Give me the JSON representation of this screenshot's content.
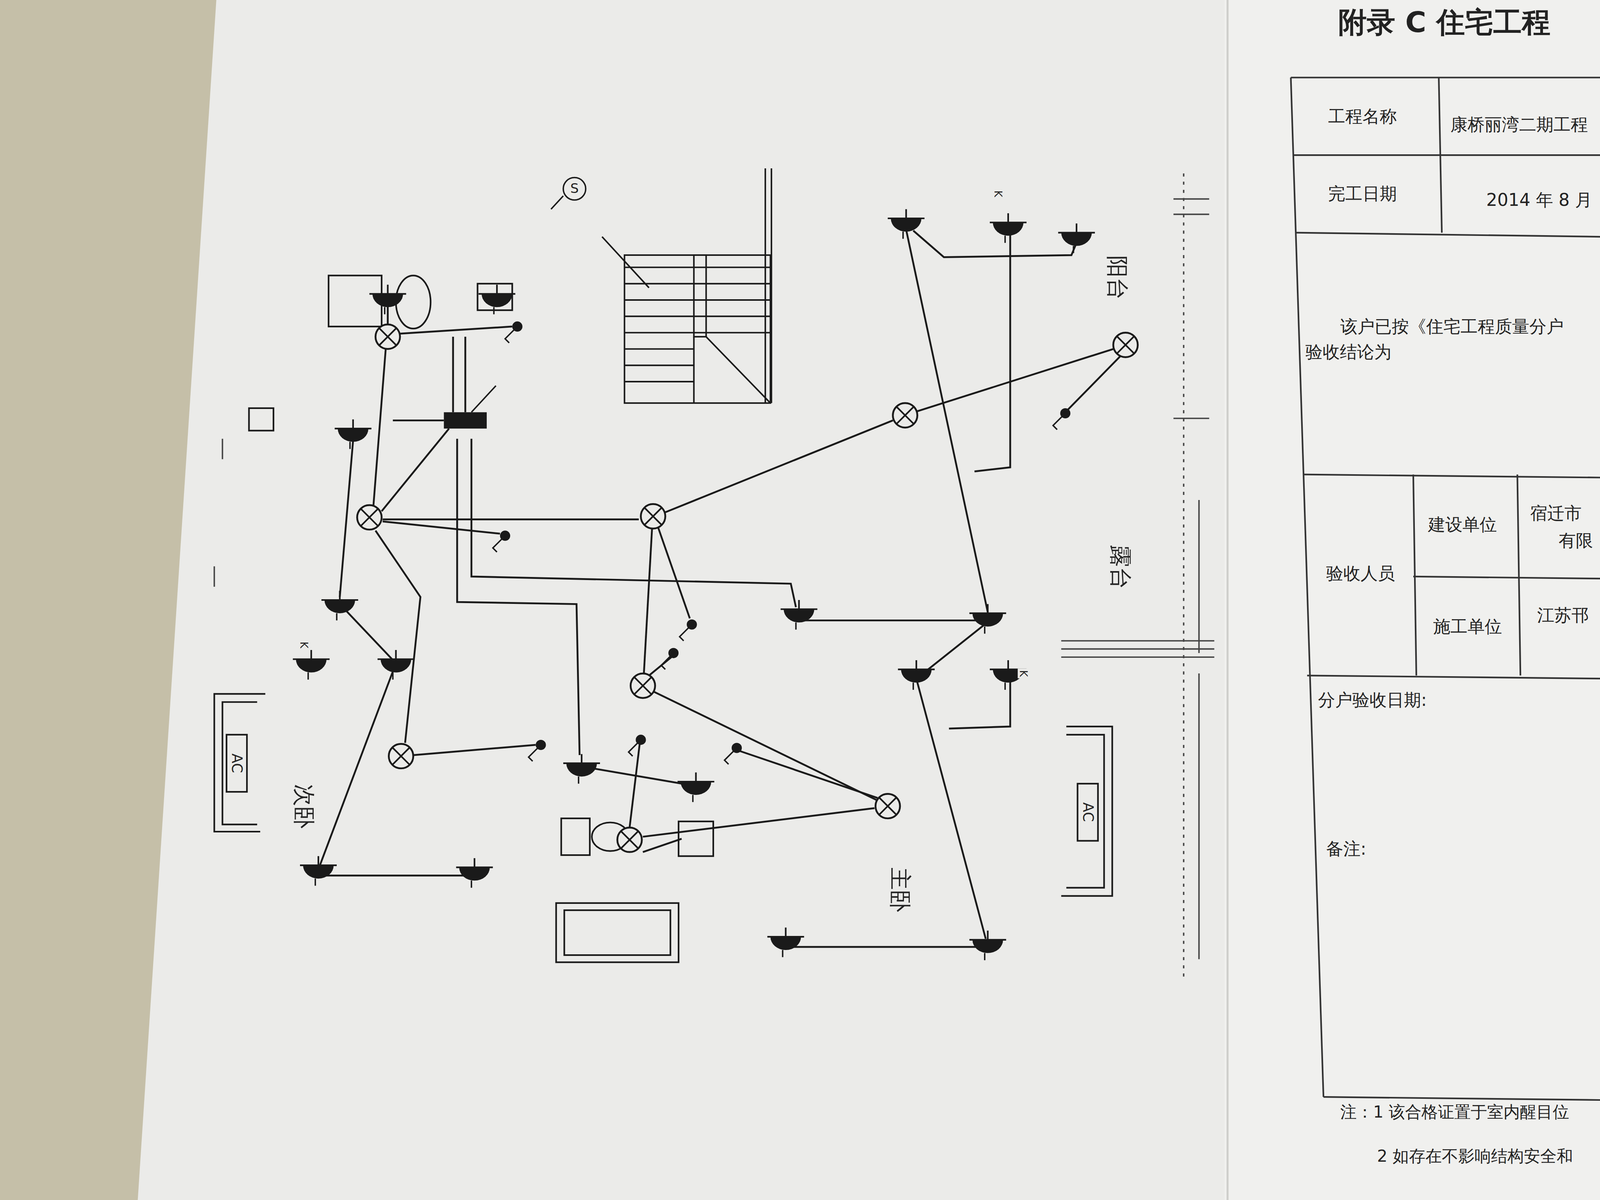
{
  "diagram": {
    "title": "附录 C 住宅工程",
    "labels": [
      "工程名称",
      "康桥丽湾二期工程",
      "完工日期",
      "2014 年 8 月",
      "该户已按《住宅工程质量分户",
      "验收结论为",
      "验收人员",
      "建设单位",
      "宿迁市",
      "有限",
      "施工单位",
      "江苏邗",
      "分户验收日期:",
      "备注:",
      "注：1 该合格证置于室内醒目位",
      "2 如存在不影响结构安全和",
      "次卧",
      "主卧",
      "阳台",
      "露台",
      "S",
      "AC",
      "AC",
      "K",
      "K",
      "K"
    ]
  }
}
